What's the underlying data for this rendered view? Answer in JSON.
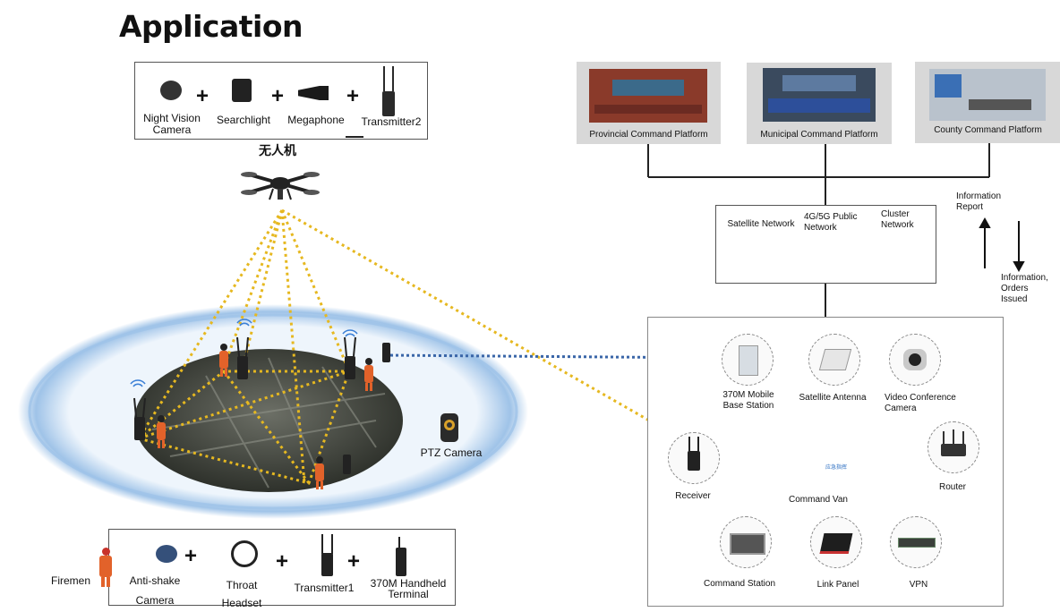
{
  "page": {
    "title": "Application"
  },
  "uav": {
    "name": "无人机",
    "payloads": [
      "Night Vision Camera",
      "Searchlight",
      "Megaphone",
      "Transmitter2"
    ],
    "payload_parts": {
      "night_vision_1": "Night Vision",
      "night_vision_2": "Camera"
    }
  },
  "ground": {
    "ptz_camera": "PTZ Camera",
    "firemen": "Firemen",
    "equipment_parts": {
      "anti_shake_1": "Anti-shake",
      "anti_shake_2": "Camera",
      "throat_1": "Throat",
      "throat_2": "Headset",
      "transmitter1": "Transmitter1",
      "handheld_1": "370M Handheld",
      "handheld_2": "Terminal"
    }
  },
  "command": {
    "platforms": [
      "Provincial Command Platform",
      "Municipal Command Platform",
      "County Command Platform"
    ],
    "networks": {
      "satellite": "Satellite Network",
      "public_1": "4G/5G Public",
      "public_2": "Network",
      "cluster_1": "Cluster",
      "cluster_2": "Network"
    },
    "info_report_1": "Information",
    "info_report_2": "Report",
    "info_orders_1": "Information,",
    "info_orders_2": "Orders",
    "info_orders_3": "Issued"
  },
  "van": {
    "base_station_1": "370M Mobile",
    "base_station_2": "Base Station",
    "satellite_antenna": "Satellite Antenna",
    "video_conf_1": "Video Conference",
    "video_conf_2": "Camera",
    "receiver": "Receiver",
    "command_van": "Command Van",
    "router": "Router",
    "command_station": "Command Station",
    "link_panel": "Link Panel",
    "vpn": "VPN",
    "van_signs": "应急指挥"
  },
  "colors": {
    "dotted_link": "#e6b820",
    "blue_link": "#3a66a8",
    "ring": "#8fb6df"
  }
}
